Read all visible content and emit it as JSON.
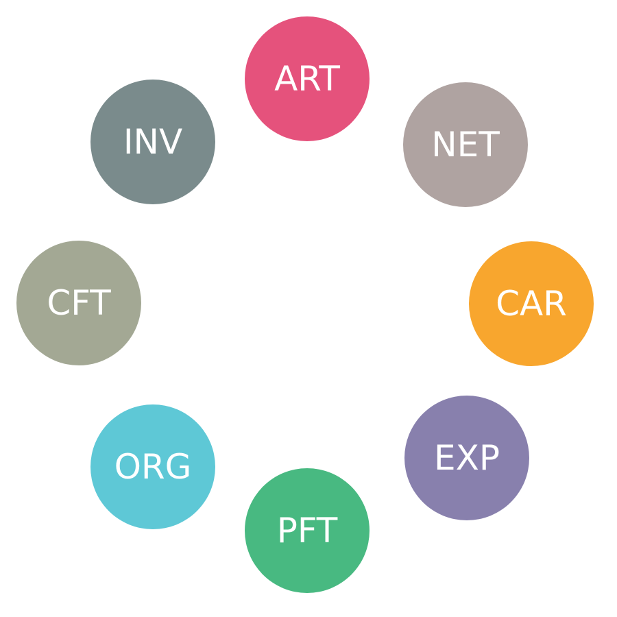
{
  "nodes": [
    {
      "id": "art",
      "label": "ART",
      "color": "#e5527c"
    },
    {
      "id": "net",
      "label": "NET",
      "color": "#afa3a1"
    },
    {
      "id": "car",
      "label": "CAR",
      "color": "#f8a62e"
    },
    {
      "id": "exp",
      "label": "EXP",
      "color": "#8880ad"
    },
    {
      "id": "pft",
      "label": "PFT",
      "color": "#48b981"
    },
    {
      "id": "org",
      "label": "ORG",
      "color": "#5ec8d6"
    },
    {
      "id": "cft",
      "label": "CFT",
      "color": "#a3a894"
    },
    {
      "id": "inv",
      "label": "INV",
      "color": "#7a8b8c"
    }
  ]
}
